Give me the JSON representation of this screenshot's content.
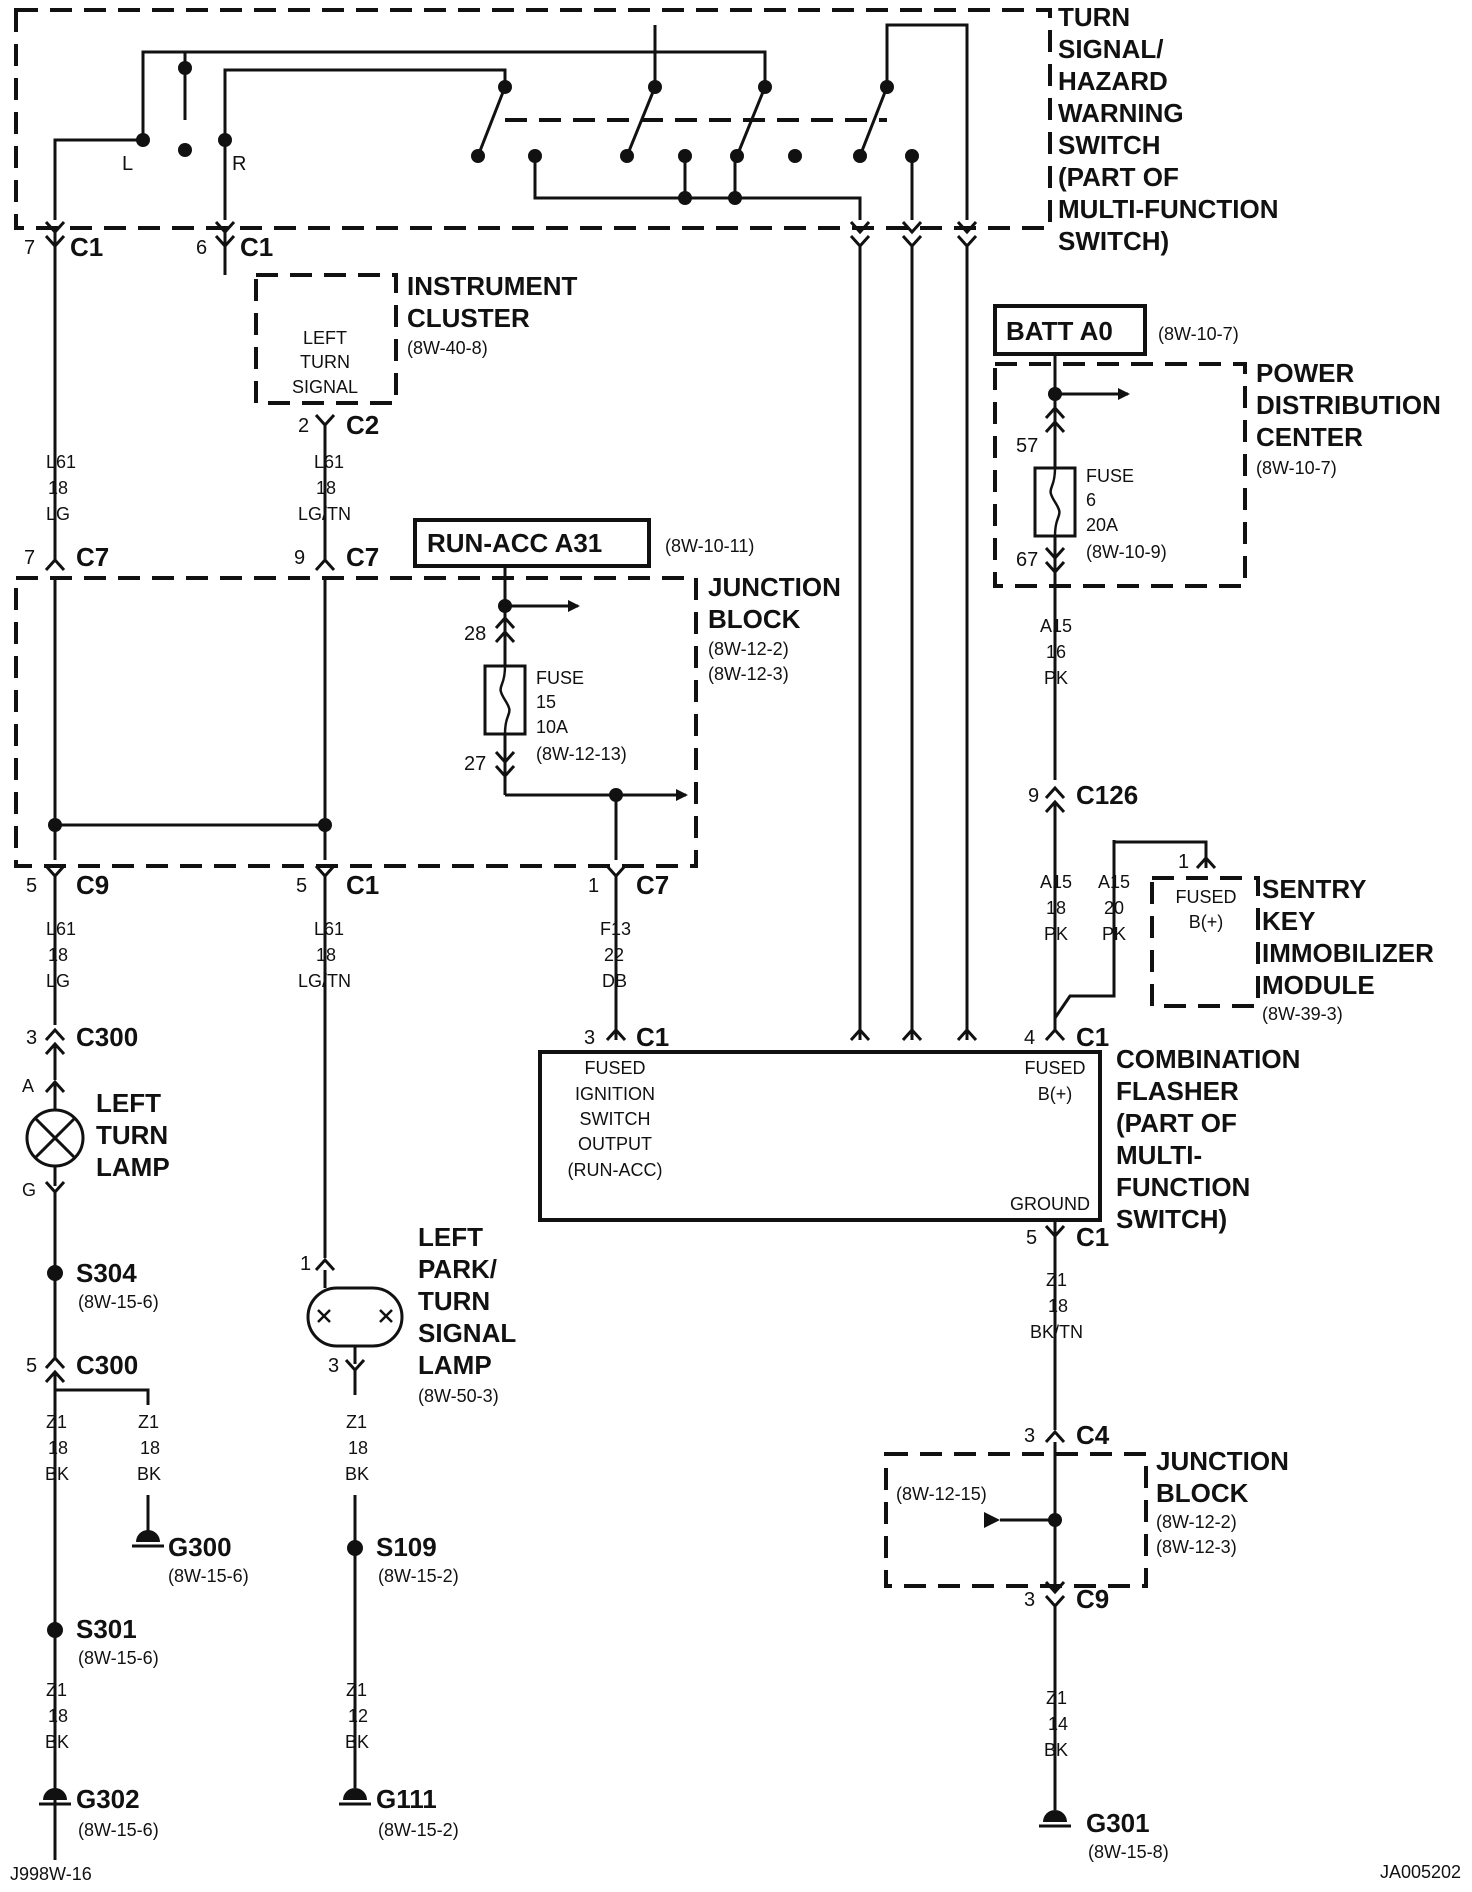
{
  "components": {
    "turn_hazard_switch": [
      "TURN",
      "SIGNAL/",
      "HAZARD",
      "WARNING",
      "SWITCH",
      "(PART OF",
      "MULTI-FUNCTION",
      "SWITCH)"
    ],
    "instrument_cluster": [
      "INSTRUMENT",
      "CLUSTER"
    ],
    "instrument_cluster_ref": "(8W-40-8)",
    "left_turn_signal": [
      "LEFT",
      "TURN",
      "SIGNAL"
    ],
    "batt": "BATT A0",
    "batt_ref": "(8W-10-7)",
    "pdc": [
      "POWER",
      "DISTRIBUTION",
      "CENTER"
    ],
    "pdc_ref": "(8W-10-7)",
    "pdc_fuse": [
      "FUSE",
      "6",
      "20A",
      "(8W-10-9)"
    ],
    "run_acc": "RUN-ACC A31",
    "run_acc_ref": "(8W-10-11)",
    "junction_block": [
      "JUNCTION",
      "BLOCK"
    ],
    "jb_refs": [
      "(8W-12-2)",
      "(8W-12-3)"
    ],
    "jb_fuse": [
      "FUSE",
      "15",
      "10A",
      "(8W-12-13)"
    ],
    "sentry": [
      "SENTRY",
      "KEY",
      "IMMOBILIZER",
      "MODULE"
    ],
    "sentry_ref": "(8W-39-3)",
    "sentry_pin": [
      "FUSED",
      "B(+)"
    ],
    "flasher": [
      "COMBINATION",
      "FLASHER",
      "(PART OF",
      "MULTI-",
      "FUNCTION",
      "SWITCH)"
    ],
    "flasher_pin_left": [
      "FUSED",
      "IGNITION",
      "SWITCH",
      "OUTPUT",
      "(RUN-ACC)"
    ],
    "flasher_pin_right": [
      "FUSED",
      "B(+)"
    ],
    "flasher_ground": "GROUND",
    "left_turn_lamp": [
      "LEFT",
      "TURN",
      "LAMP"
    ],
    "left_park_lamp": [
      "LEFT",
      "PARK/",
      "TURN",
      "SIGNAL",
      "LAMP"
    ],
    "left_park_lamp_ref": "(8W-50-3)",
    "jb2": [
      "JUNCTION",
      "BLOCK"
    ],
    "jb2_refs": [
      "(8W-12-2)",
      "(8W-12-3)"
    ],
    "jb2_inref": "(8W-12-15)"
  },
  "connectors": {
    "sw_L": "L",
    "sw_R": "R",
    "c1_7": {
      "pin": "7",
      "name": "C1"
    },
    "c1_6": {
      "pin": "6",
      "name": "C1"
    },
    "c2_2": {
      "pin": "2",
      "name": "C2"
    },
    "c7_7": {
      "pin": "7",
      "name": "C7"
    },
    "c7_9": {
      "pin": "9",
      "name": "C7"
    },
    "c9_5": {
      "pin": "5",
      "name": "C9"
    },
    "c1_5": {
      "pin": "5",
      "name": "C1"
    },
    "c7_1": {
      "pin": "1",
      "name": "C7"
    },
    "c300_3": {
      "pin": "3",
      "name": "C300"
    },
    "c300_5": {
      "pin": "5",
      "name": "C300"
    },
    "lamp_A": "A",
    "lamp_G": "G",
    "c1_3": {
      "pin": "3",
      "name": "C1"
    },
    "c1_4": {
      "pin": "4",
      "name": "C1"
    },
    "c1_5b": {
      "pin": "5",
      "name": "C1"
    },
    "c126_9": {
      "pin": "9",
      "name": "C126"
    },
    "sentry_1": "1",
    "park_1": "1",
    "park_3": "3",
    "c4_3": {
      "pin": "3",
      "name": "C4"
    },
    "c9_3": {
      "pin": "3",
      "name": "C9"
    },
    "fuse57": "57",
    "fuse67": "67",
    "fuse28": "28",
    "fuse27": "27"
  },
  "wires": {
    "w1": [
      "L61",
      "18",
      "LG"
    ],
    "w2": [
      "L61",
      "18",
      "LG/TN"
    ],
    "w3": [
      "L61",
      "18",
      "LG"
    ],
    "w4": [
      "L61",
      "18",
      "LG/TN"
    ],
    "w5": [
      "F13",
      "22",
      "DB"
    ],
    "w6": [
      "A15",
      "16",
      "PK"
    ],
    "w7": [
      "A15",
      "18",
      "PK"
    ],
    "w8": [
      "A15",
      "20",
      "PK"
    ],
    "w9": [
      "Z1",
      "18",
      "BK/TN"
    ],
    "w10": [
      "Z1",
      "18",
      "BK"
    ],
    "w11": [
      "Z1",
      "18",
      "BK"
    ],
    "w12": [
      "Z1",
      "18",
      "BK"
    ],
    "w13": [
      "Z1",
      "18",
      "BK"
    ],
    "w14": [
      "Z1",
      "12",
      "BK"
    ],
    "w15": [
      "Z1",
      "14",
      "BK"
    ]
  },
  "splices": {
    "s304": {
      "name": "S304",
      "ref": "(8W-15-6)"
    },
    "s301": {
      "name": "S301",
      "ref": "(8W-15-6)"
    },
    "s109": {
      "name": "S109",
      "ref": "(8W-15-2)"
    }
  },
  "grounds": {
    "g300": {
      "name": "G300",
      "ref": "(8W-15-6)"
    },
    "g302": {
      "name": "G302",
      "ref": "(8W-15-6)"
    },
    "g111": {
      "name": "G111",
      "ref": "(8W-15-2)"
    },
    "g301": {
      "name": "G301",
      "ref": "(8W-15-8)"
    }
  },
  "footer": {
    "left": "J998W-16",
    "right": "JA005202"
  }
}
